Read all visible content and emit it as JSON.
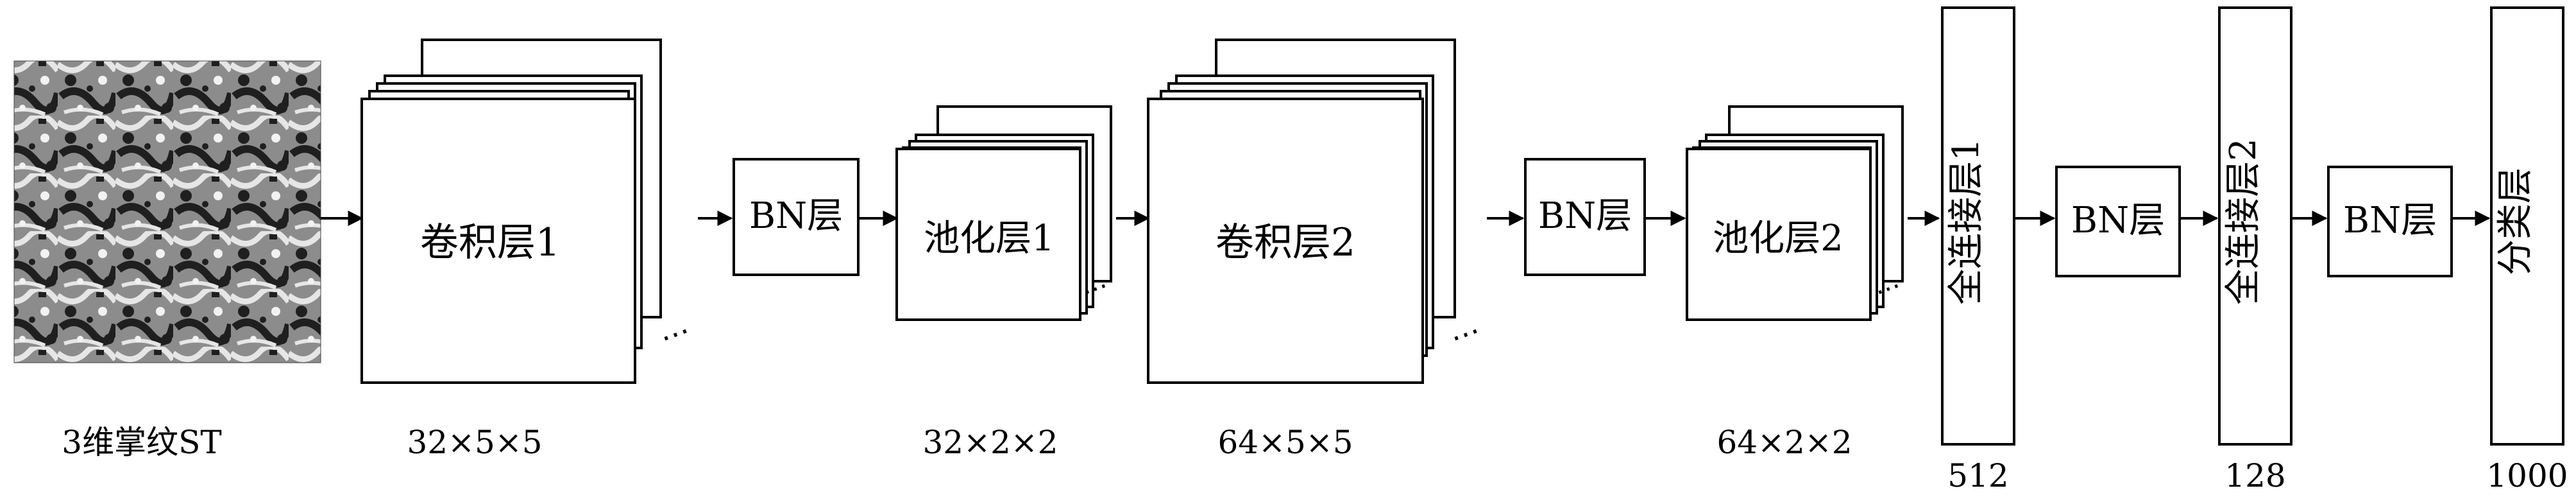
{
  "input": {
    "label": "3维掌纹ST"
  },
  "conv1": {
    "label": "卷积层1",
    "dims": "32×5×5"
  },
  "bn1": {
    "label": "BN层"
  },
  "pool1": {
    "label": "池化层1",
    "dims": "32×2×2"
  },
  "conv2": {
    "label": "卷积层2",
    "dims": "64×5×5"
  },
  "bn2": {
    "label": "BN层"
  },
  "pool2": {
    "label": "池化层2",
    "dims": "64×2×2"
  },
  "fc1": {
    "label": "全连接层1",
    "size": "512"
  },
  "bn3": {
    "label": "BN层"
  },
  "fc2": {
    "label": "全连接层2",
    "size": "128"
  },
  "bn4": {
    "label": "BN层"
  },
  "classifier": {
    "label": "分类层",
    "size": "1000"
  },
  "ellipsis": "⋯",
  "colors": {
    "stroke": "#000000",
    "fill": "#ffffff",
    "texture_dark": "#1f1f1f",
    "texture_mid": "#8c8c8c",
    "texture_light": "#e6e6e6"
  }
}
